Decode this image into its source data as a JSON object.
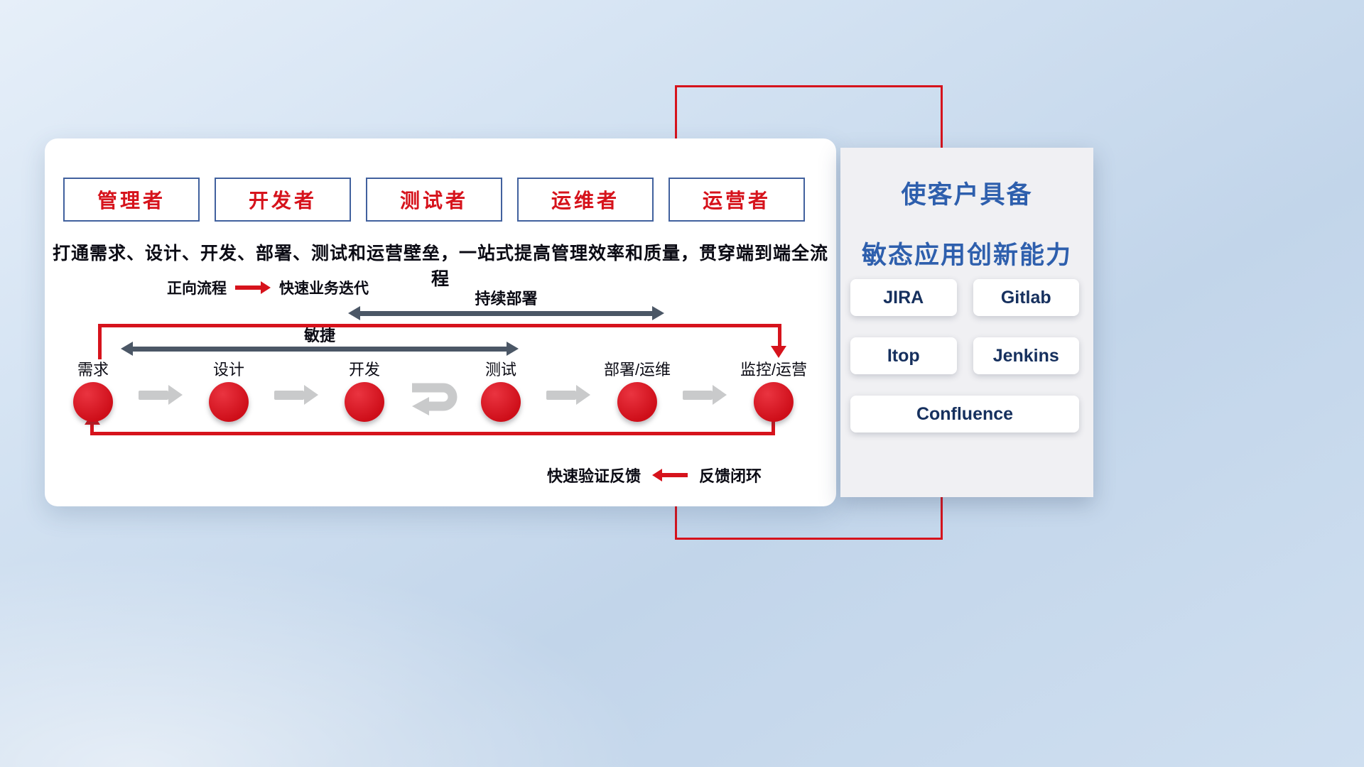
{
  "roles": [
    "管理者",
    "开发者",
    "测试者",
    "运维者",
    "运营者"
  ],
  "card": {
    "subtitle": "打通需求、设计、开发、部署、测试和运营壁垒，一站式提高管理效率和质量，贯穿端到端全流程",
    "forward_legend": {
      "label": "正向流程",
      "desc": "快速业务迭代"
    },
    "cd_label": "持续部署",
    "agile_label": "敏捷",
    "stages": [
      "需求",
      "设计",
      "开发",
      "测试",
      "部署/运维",
      "监控/运营"
    ],
    "feedback": {
      "text": "快速验证反馈",
      "legend": "反馈闭环"
    }
  },
  "panel": {
    "title_line1": "使客户具备",
    "title_line2": "敏态应用创新能力",
    "tools": [
      "JIRA",
      "Gitlab",
      "Itop",
      "Jenkins",
      "Confluence"
    ]
  },
  "colors": {
    "accent_red": "#d6131c",
    "panel_title_blue": "#2e5fad",
    "tool_label_navy": "#16305e",
    "flow_arrow_gray": "#c9cacb",
    "span_arrow_dark": "#4b5766",
    "role_border_blue": "#41619e"
  }
}
